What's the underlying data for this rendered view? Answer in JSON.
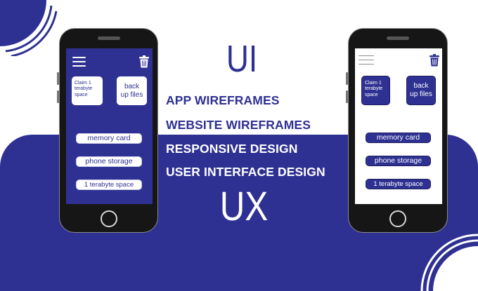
{
  "headline": {
    "ui": "UI",
    "ux": "UX"
  },
  "services": [
    "APP WIREFRAMES",
    "WEBSITE WIREFRAMES",
    "RESPONSIVE DESIGN",
    "USER INTERFACE DESIGN"
  ],
  "phone_left": {
    "menu_icon": "hamburger-menu-icon",
    "trash_icon": "trash-icon",
    "card_small": "Claim 1 terabyte space",
    "card_large": "back up files",
    "buttons": [
      "memory card",
      "phone storage",
      "1 terabyte space"
    ]
  },
  "phone_right": {
    "menu_icon": "hamburger-menu-icon",
    "trash_icon": "trash-icon",
    "card_small": "Claim 1 terabyte space",
    "card_large": "back up files",
    "buttons": [
      "memory card",
      "phone storage",
      "1 terabyte space"
    ]
  },
  "colors": {
    "brand_blue": "#2e3192",
    "white": "#ffffff",
    "phone_body": "#161616"
  }
}
